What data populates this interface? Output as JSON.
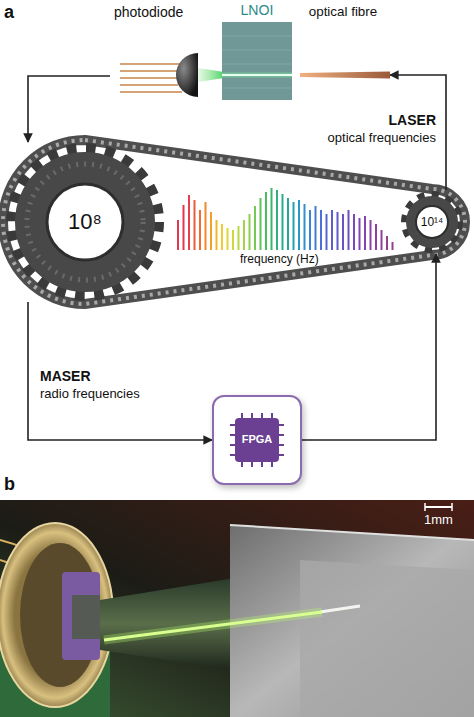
{
  "diagram": {
    "nodes": [
      {
        "text": [
          "photodiode"
        ]
      },
      {
        "text": [
          "LNOI"
        ]
      },
      {
        "text": [
          "optical fibre"
        ]
      },
      {
        "text": [
          "10⁸"
        ]
      },
      {
        "text": [
          "10¹⁴"
        ]
      },
      {
        "text": [
          "FPGA"
        ]
      }
    ],
    "edges": [
      {
        "from": 0,
        "to": 3,
        "arrow": "to"
      },
      {
        "from": 3,
        "to": 5,
        "arrow": "to"
      },
      {
        "from": 5,
        "to": 4,
        "arrow": "to"
      },
      {
        "from": 4,
        "to": 2,
        "arrow": "to"
      }
    ],
    "labels": [
      "a",
      "LASER",
      "optical frequencies",
      "frequency (Hz)",
      "MASER",
      "radio frequencies",
      "b",
      "1mm"
    ]
  }
}
